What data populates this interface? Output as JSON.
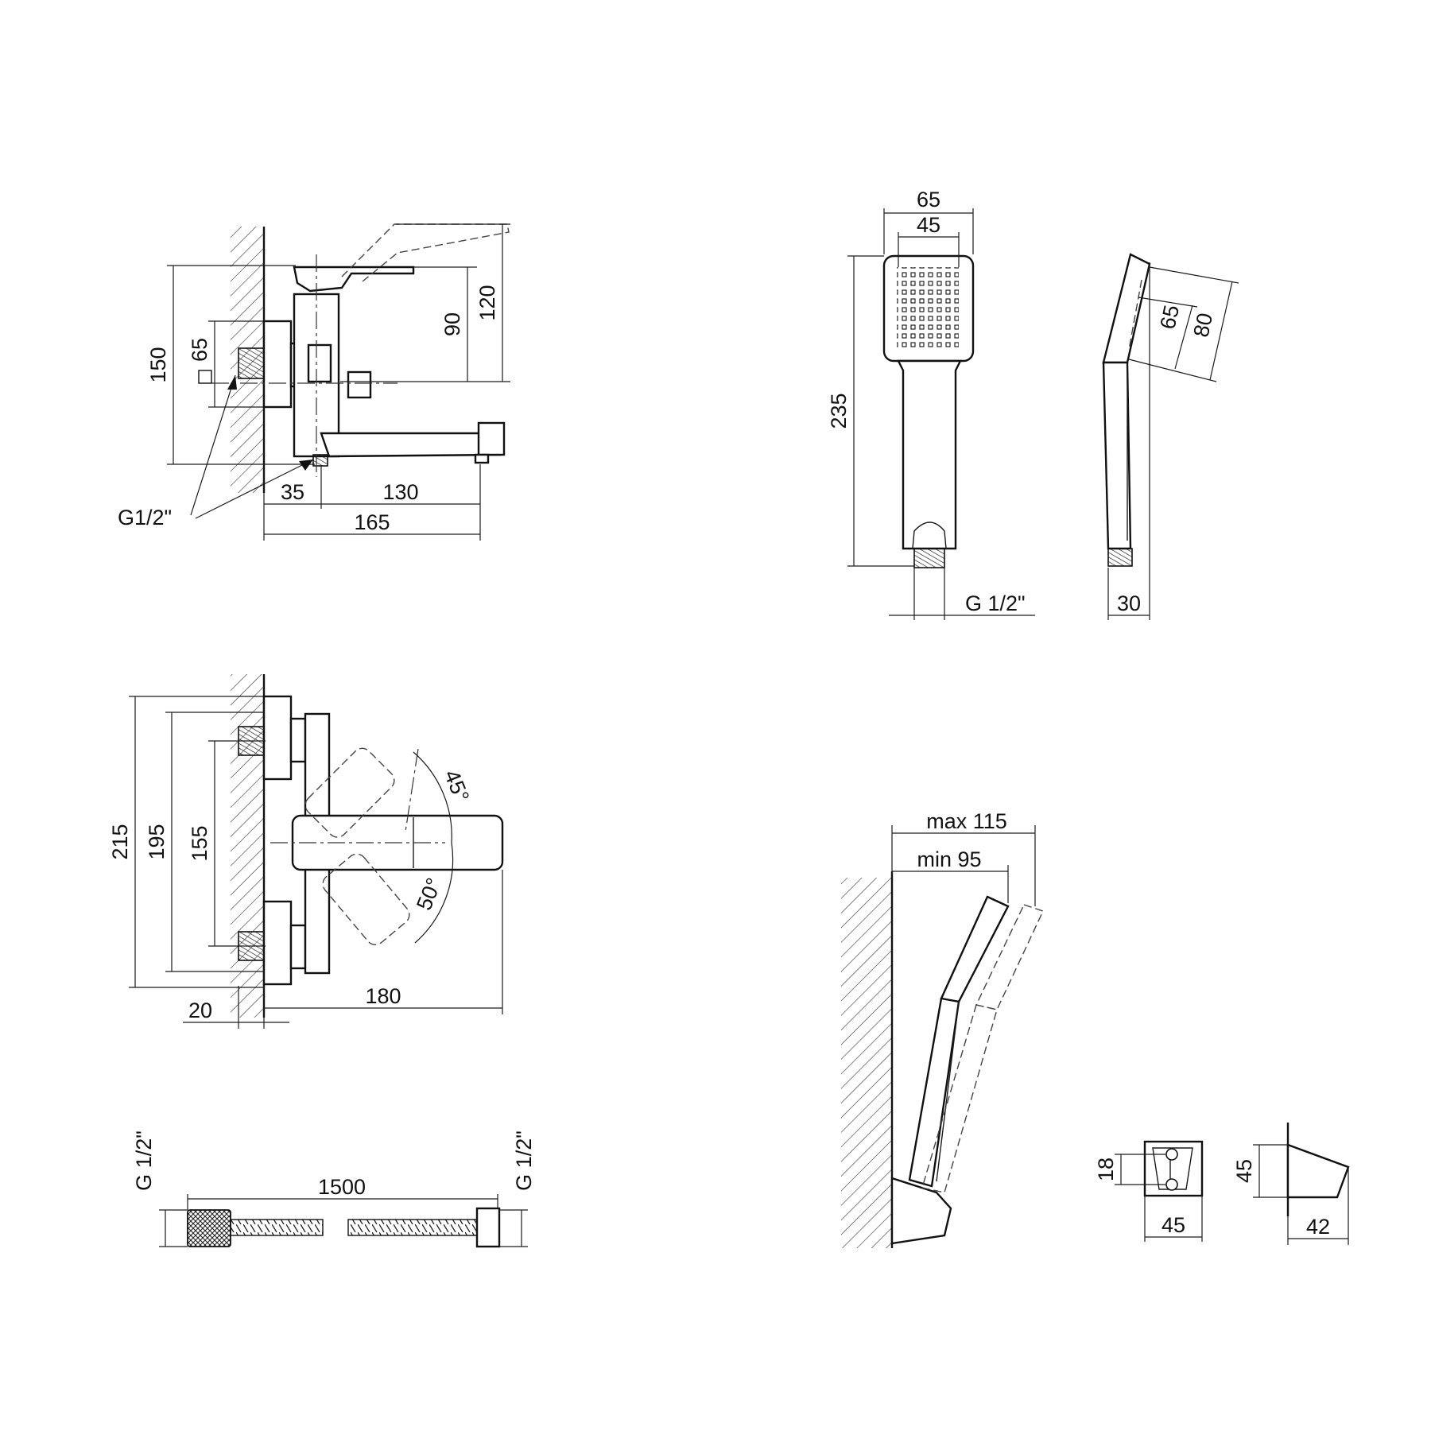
{
  "views": {
    "mixer_side": {
      "dims": {
        "d120": "120",
        "d90": "90",
        "d150": "150",
        "d65": "65",
        "d35": "35",
        "d130": "130",
        "d165": "165",
        "thread": "G1/2\""
      }
    },
    "hand_shower_front": {
      "dims": {
        "d65": "65",
        "d45": "45",
        "d235": "235",
        "thread": "G 1/2\""
      }
    },
    "hand_shower_side": {
      "dims": {
        "d65": "65",
        "d80": "80",
        "d30": "30"
      }
    },
    "mixer_top": {
      "dims": {
        "d215": "215",
        "d195": "195",
        "d155": "155",
        "d20": "20",
        "d180": "180",
        "a45": "45°",
        "a50": "50°"
      }
    },
    "hose": {
      "dims": {
        "d1500": "1500",
        "thread_left": "G 1/2\"",
        "thread_right": "G 1/2\""
      }
    },
    "holder_installed": {
      "dims": {
        "max": "max 115",
        "min": "min 95"
      }
    },
    "holder_front": {
      "dims": {
        "d18": "18",
        "d45": "45"
      }
    },
    "holder_side": {
      "dims": {
        "d45": "45",
        "d42": "42"
      }
    }
  }
}
